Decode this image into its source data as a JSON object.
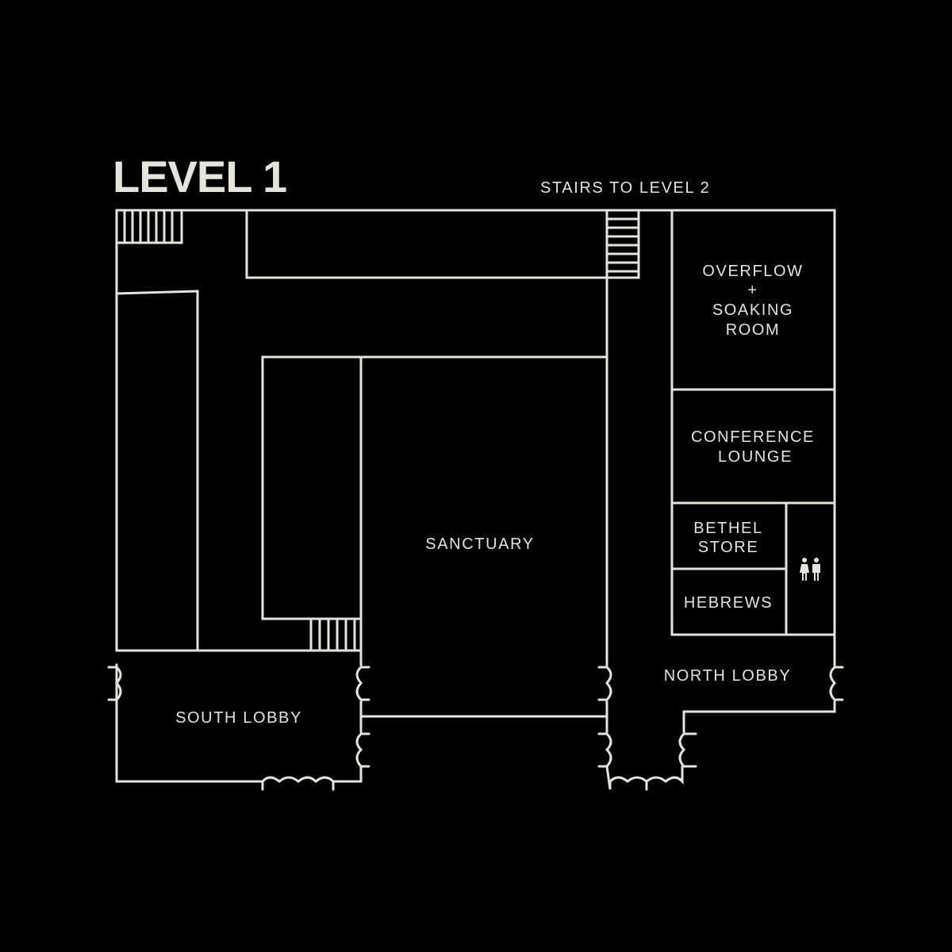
{
  "title": "LEVEL 1",
  "colors": {
    "background": "#000000",
    "lines": "#e6e3dc"
  },
  "labels": {
    "stairs": "STAIRS TO LEVEL 2",
    "overflow_line1": "OVERFLOW",
    "overflow_line2": "+",
    "overflow_line3": "SOAKING",
    "overflow_line4": "ROOM",
    "conference_line1": "CONFERENCE",
    "conference_line2": "LOUNGE",
    "store_line1": "BETHEL",
    "store_line2": "STORE",
    "hebrews": "HEBREWS",
    "sanctuary": "SANCTUARY",
    "south_lobby": "SOUTH LOBBY",
    "north_lobby": "NORTH LOBBY"
  },
  "icons": {
    "restroom": "restroom-icon"
  }
}
